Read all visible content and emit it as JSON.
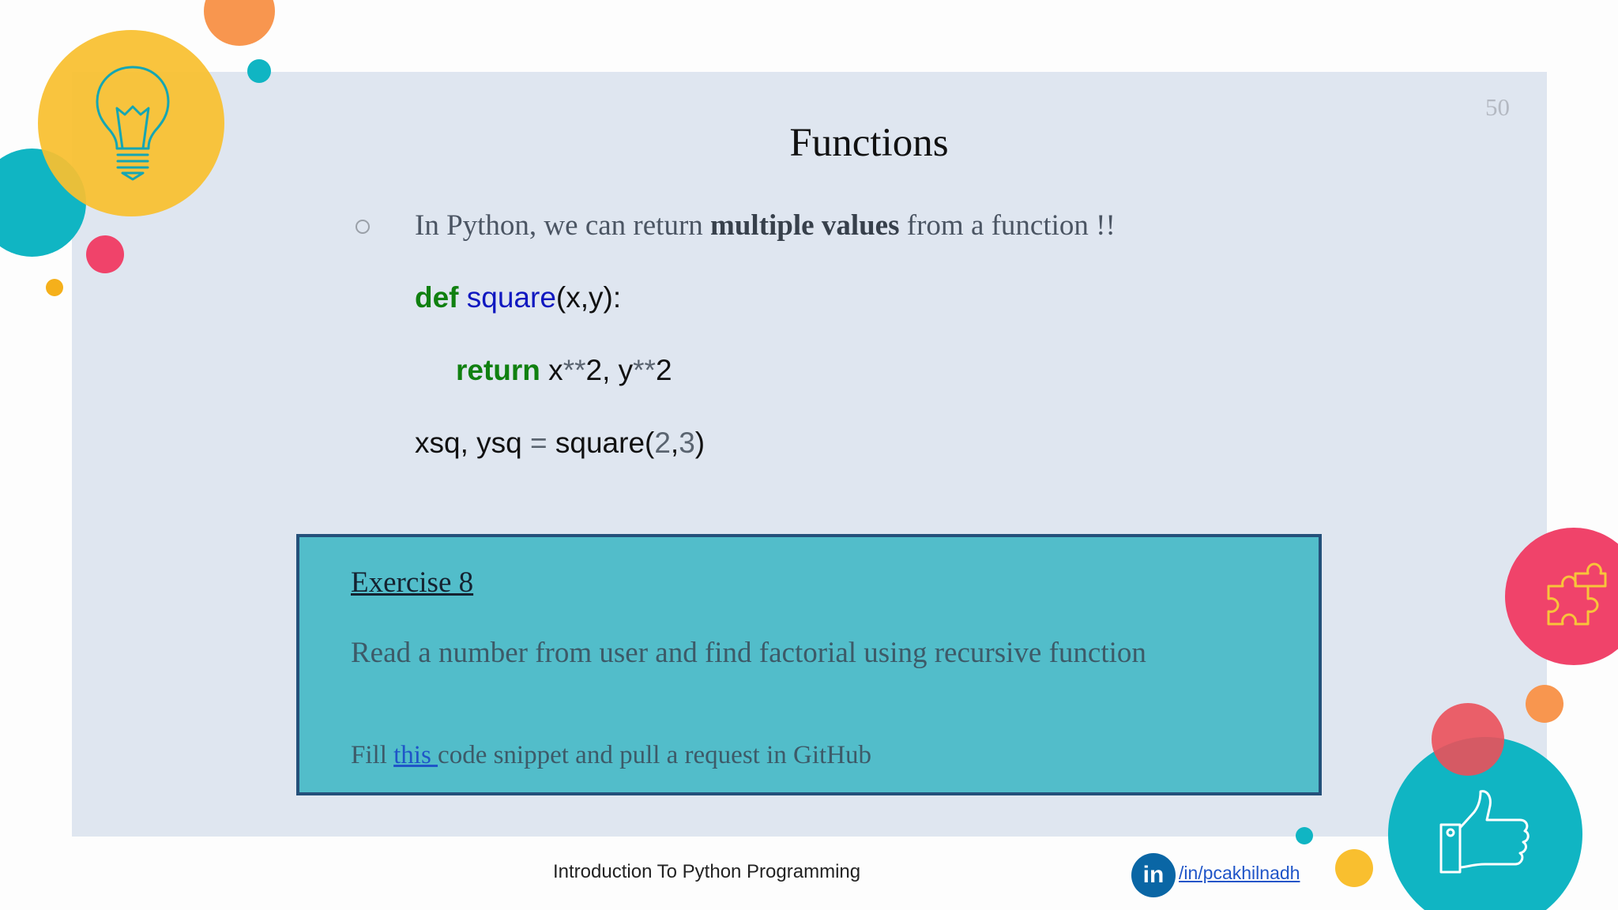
{
  "slide": {
    "number": "50",
    "title": "Functions"
  },
  "bullet": {
    "before": "In Python, we can return ",
    "bold": "multiple values",
    "after": " from a function !!"
  },
  "code": {
    "line1": {
      "kw": "def",
      "fn": "square",
      "rest": "(x,y):"
    },
    "line2": {
      "kw": "return",
      "a": " x",
      "op1": "**",
      "b": "2, y",
      "op2": "**",
      "c": "2"
    },
    "line3": {
      "a": "xsq, ysq ",
      "op": "=",
      "b": " square(",
      "n1": "2",
      "comma": ",",
      "n2": "3",
      "c": ")"
    }
  },
  "exercise": {
    "title": "Exercise 8",
    "body": "Read a number from user and find factorial using recursive function",
    "fill_before": "Fill ",
    "fill_link": "this ",
    "fill_after": "code snippet and pull a request in GitHub"
  },
  "footer": {
    "course": "Introduction To Python Programming",
    "linkedin_badge": "in",
    "linkedin_handle": "/in/pcakhilnadh"
  },
  "icons": [
    "lightbulb-icon",
    "puzzle-icon",
    "thumbs-up-icon"
  ],
  "colors": {
    "panel": "#dfe6f0",
    "exercise_bg": "#52bdca",
    "exercise_border": "#24507a",
    "keyword": "#108010",
    "function_name": "#1018c0",
    "yellow": "#f9bf2f",
    "teal": "#0fb4c2",
    "pink": "#f0436a",
    "orange": "#f8964f"
  }
}
